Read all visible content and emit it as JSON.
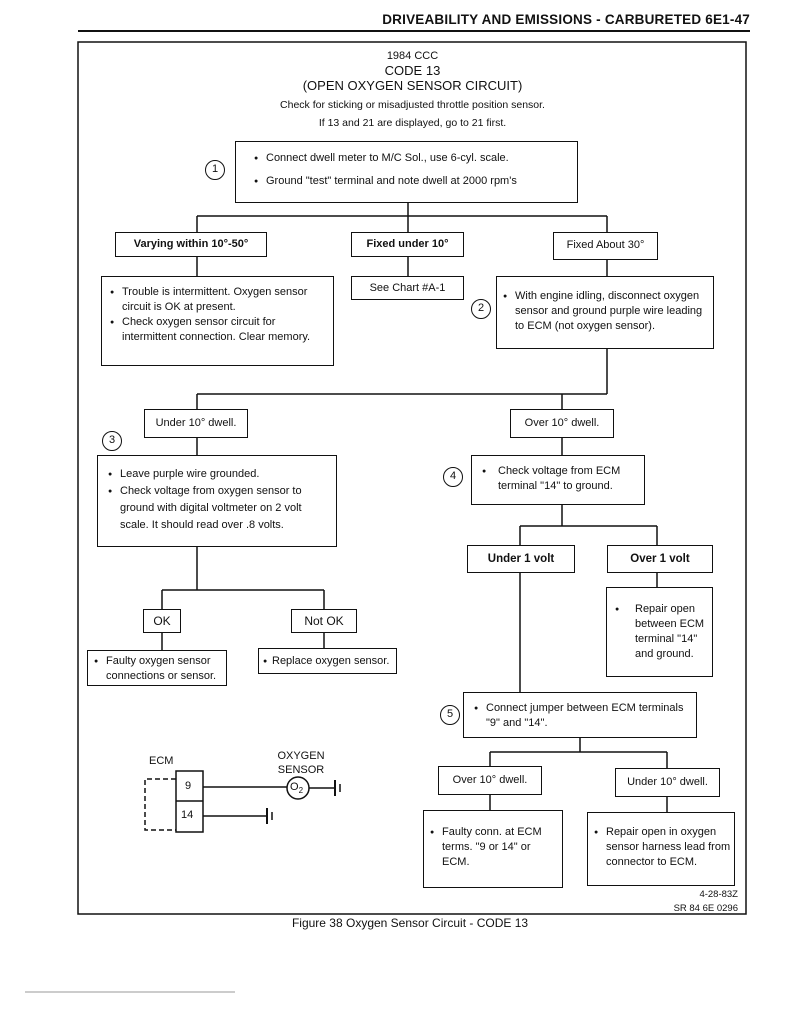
{
  "header": {
    "section": "DRIVEABILITY AND EMISSIONS",
    "separator": "-",
    "subsection": "CARBURETED 6E1-47"
  },
  "title": {
    "year": "1984 CCC",
    "code": "CODE 13",
    "name": "(OPEN OXYGEN SENSOR CIRCUIT)",
    "note1": "Check for sticking or misadjusted throttle position sensor.",
    "note2": "If 13 and 21 are displayed, go to 21 first."
  },
  "step1": {
    "number": "1",
    "items": [
      "Connect dwell meter to M/C Sol., use 6-cyl. scale.",
      "Ground \"test\" terminal and note dwell at 2000 rpm's"
    ]
  },
  "branch1": {
    "varying": "Varying within 10°-50°",
    "fixed_under": "Fixed under 10°",
    "fixed_about": "Fixed About 30°",
    "varying_result": [
      "Trouble is intermittent. Oxygen sensor circuit is OK at present.",
      "Check oxygen sensor circuit for intermittent connection. Clear memory."
    ],
    "see_chart": "See Chart #A-1"
  },
  "step2": {
    "number": "2",
    "items": [
      "With engine idling, disconnect oxygen sensor and ground purple wire leading to ECM (not oxygen sensor)."
    ]
  },
  "branch2": {
    "under": "Under 10° dwell.",
    "over": "Over 10° dwell."
  },
  "step3": {
    "number": "3",
    "items": [
      "Leave purple wire grounded.",
      "Check voltage from oxygen sensor to ground with digital voltmeter on 2 volt scale. It should read over .8 volts."
    ]
  },
  "branch3": {
    "ok": "OK",
    "not_ok": "Not OK",
    "ok_result": "Faulty oxygen sensor connections or sensor.",
    "not_ok_result": "Replace oxygen sensor."
  },
  "step4": {
    "number": "4",
    "items": [
      "Check voltage from ECM terminal \"14\" to ground."
    ]
  },
  "branch4": {
    "under": "Under 1 volt",
    "over": "Over 1 volt",
    "over_result": "Repair open between ECM terminal \"14\" and ground."
  },
  "step5": {
    "number": "5",
    "items": [
      "Connect jumper between ECM terminals \"9\" and \"14\"."
    ]
  },
  "branch5": {
    "over": "Over 10° dwell.",
    "under": "Under 10° dwell.",
    "over_result": "Faulty conn. at ECM terms. \"9 or 14\" or ECM.",
    "under_result": "Repair open in oxygen sensor harness lead from connector to ECM."
  },
  "schematic": {
    "ecm_label": "ECM",
    "sensor_label": "OXYGEN SENSOR",
    "terminal_9": "9",
    "terminal_14": "14",
    "sensor_symbol": "O",
    "sensor_subscript": "2"
  },
  "footer": {
    "date": "4-28-83Z",
    "ref": "SR 84 6E 0296",
    "caption": "Figure 38 Oxygen Sensor Circuit - CODE 13"
  }
}
